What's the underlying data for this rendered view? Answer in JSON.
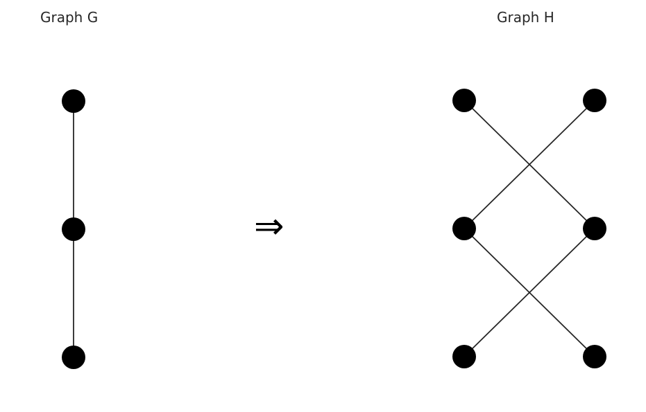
{
  "graph_g": {
    "title": "Graph G",
    "nodes": [
      "g1",
      "g2",
      "g3"
    ],
    "edges": [
      [
        "g1",
        "g2"
      ],
      [
        "g2",
        "g3"
      ]
    ]
  },
  "arrow": {
    "symbol": "⇒"
  },
  "graph_h": {
    "title": "Graph H",
    "nodes": [
      "h1",
      "h2",
      "h3",
      "h4",
      "h5",
      "h6"
    ],
    "edges": [
      [
        "h1",
        "h4"
      ],
      [
        "h2",
        "h3"
      ],
      [
        "h3",
        "h6"
      ],
      [
        "h4",
        "h5"
      ]
    ]
  },
  "colors": {
    "node": "#000000",
    "edge": "#262626",
    "title": "#262626"
  }
}
